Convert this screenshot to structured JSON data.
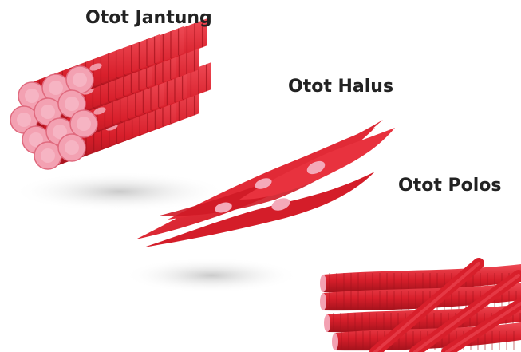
{
  "labels": {
    "jantung": "Otot Jantung",
    "halus": "Otot Halus",
    "polos": "Otot Polos"
  },
  "colors": {
    "fiber": "#d81f2b",
    "fiber_dark": "#a3121c",
    "fiber_light": "#ee4a55",
    "nucleus": "#f4a9b9",
    "end_cap": "#f3a1b2",
    "shadow": "#cfcfcf"
  }
}
